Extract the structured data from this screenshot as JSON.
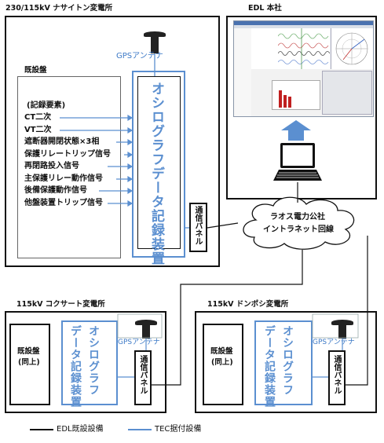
{
  "nasaithong": {
    "title": "230/115kV ナサイトン変電所",
    "existing_panel": "既設盤",
    "record_heading": "(記録要素)",
    "signals": [
      "CT二次",
      "VT二次",
      "遮断器開閉状態×3相",
      "保護リレートリップ信号",
      "再閉路投入信号",
      "主保護リレー動作信号",
      "後備保護動作信号",
      "他盤装置トリップ信号"
    ],
    "recorder": "オシログラフデータ記録装置",
    "gps": "GPSアンテナ",
    "comm_panel": "通信パネル"
  },
  "edl": {
    "title": "EDL 本社"
  },
  "network": {
    "line1": "ラオス電力公社",
    "line2": "イントラネット回線"
  },
  "khoksaat": {
    "title": "115kV コクサート変電所",
    "existing_panel": "既設盤",
    "same": "(同上)",
    "recorder_col1": "オシログラフ",
    "recorder_col2": "データ記録装置",
    "gps": "GPSアンテナ",
    "comm_panel": "通信パネル"
  },
  "donposi": {
    "title": "115kV ドンポシ変電所",
    "existing_panel": "既設盤",
    "same": "(同上)",
    "recorder_col1": "オシログラフ",
    "recorder_col2": "データ記録装置",
    "gps": "GPSアンテナ",
    "comm_panel": "通信パネル"
  },
  "legend": {
    "edl": "EDL既設設備",
    "tec": "TEC据付設備"
  },
  "colors": {
    "tec_blue": "#5b8fd0",
    "edl_black": "#111111"
  }
}
